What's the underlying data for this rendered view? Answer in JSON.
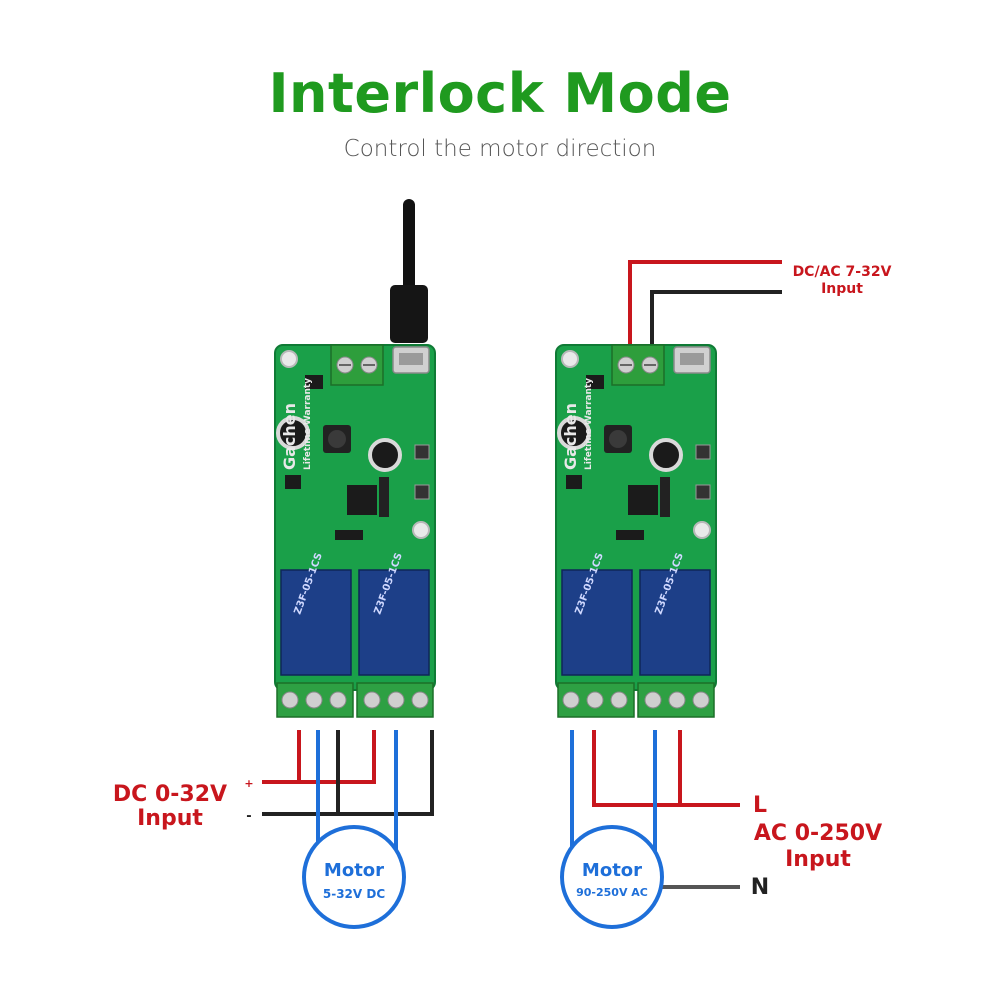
{
  "header": {
    "title": "Interlock Mode",
    "subtitle": "Control the motor direction"
  },
  "left": {
    "input_line1": "DC 0-32V",
    "input_line2": "Input",
    "plus": "+",
    "minus": "-",
    "motor_title": "Motor",
    "motor_rating": "5-32V DC"
  },
  "right": {
    "supply_line1": "DC/AC 7-32V",
    "supply_line2": "Input",
    "live": "L",
    "neutral": "N",
    "input_line1": "AC 0-250V",
    "input_line2": "Input",
    "motor_title": "Motor",
    "motor_rating": "90-250V AC"
  },
  "board": {
    "brand": "Gachen",
    "slogan": "Lifetime Warranty",
    "relay_text": "Z3F-05-1CS"
  },
  "colors": {
    "title_green": "#1f9a1f",
    "wire_red": "#c8161d",
    "wire_black": "#222222",
    "wire_blue": "#1e6fd9",
    "pcb_green": "#1aa049"
  }
}
